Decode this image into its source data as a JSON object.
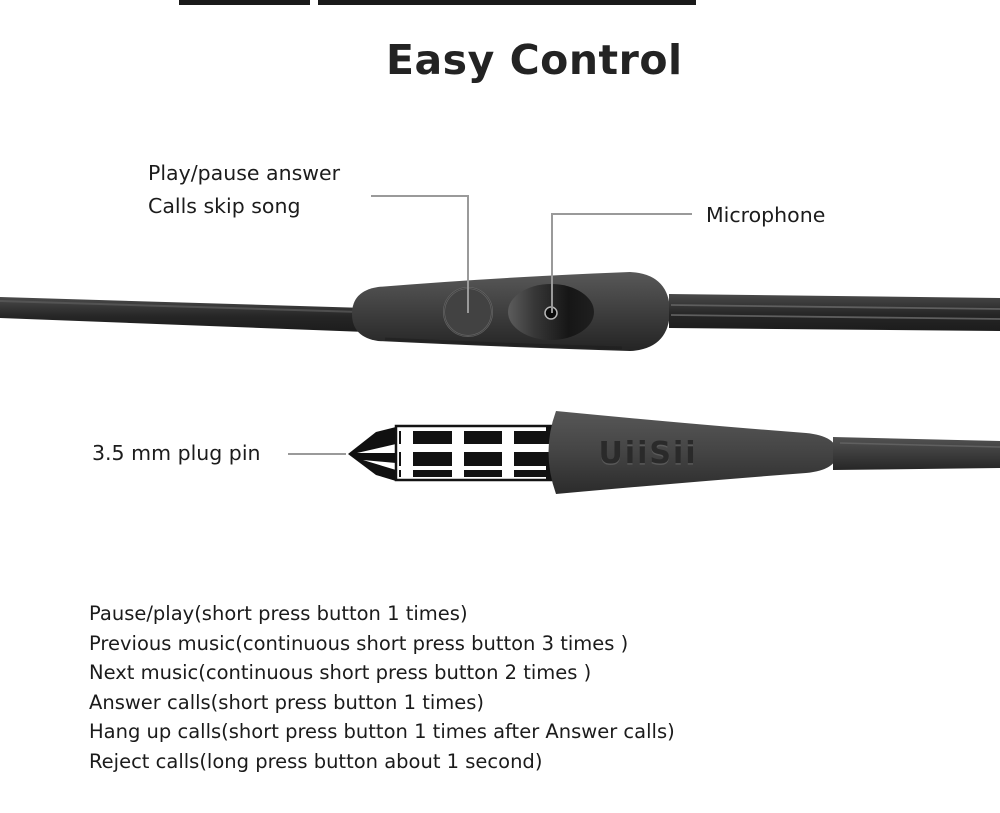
{
  "title": "Easy Control",
  "brand": "UiiSii",
  "callouts": {
    "remote": {
      "line1": "Play/pause answer",
      "line2": "Calls skip song"
    },
    "microphone": "Microphone",
    "plug": "3.5 mm plug pin"
  },
  "instructions": [
    "Pause/play(short press button 1 times)",
    "Previous music(continuous short press button 3 times )",
    "Next music(continuous short press button 2 times )",
    "Answer calls(short press button 1 times)",
    "Hang up calls(short press button 1 times after Answer calls)",
    "Reject calls(long press button about 1 second)"
  ],
  "colors": {
    "background": "#ffffff",
    "text": "#1c1c1c",
    "leader_line": "#9a9a9a",
    "device_dark_gray": "#414141",
    "top_bar": "#1a1a1a",
    "plug_metal": "#ffffff",
    "plug_bands": "#111111"
  }
}
